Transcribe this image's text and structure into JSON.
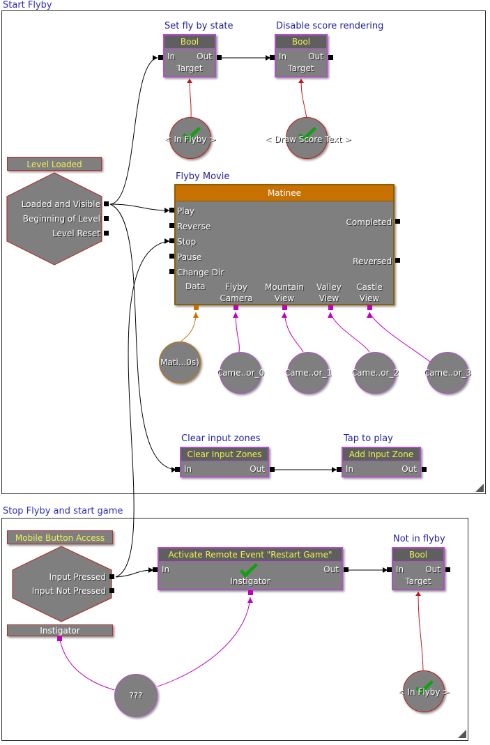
{
  "groups": {
    "start": {
      "title": "Start Flyby"
    },
    "stop": {
      "title": "Stop Flyby and start game"
    }
  },
  "comments": {
    "set_fly": "Set fly by state",
    "disable_score": "Disable score rendering",
    "flyby_movie": "Flyby Movie",
    "clear_zones": "Clear input zones",
    "tap_to_play": "Tap to play",
    "not_in_flyby": "Not in flyby"
  },
  "nodes": {
    "bool1": {
      "title": "Bool",
      "in": "In",
      "out": "Out",
      "target": "Target"
    },
    "bool2": {
      "title": "Bool",
      "in": "In",
      "out": "Out",
      "target": "Target"
    },
    "bool3": {
      "title": "Bool",
      "in": "In",
      "out": "Out",
      "target": "Target"
    },
    "matinee": {
      "title": "Matinee",
      "inputs": [
        "Play",
        "Reverse",
        "Stop",
        "Pause",
        "Change Dir"
      ],
      "outputs": [
        "Completed",
        "Reversed"
      ],
      "vars": [
        "Data",
        "Flyby\nCamera",
        "Mountain\nView",
        "Valley\nView",
        "Castle\nView"
      ]
    },
    "clear_input": {
      "title": "Clear Input Zones",
      "in": "In",
      "out": "Out"
    },
    "add_input": {
      "title": "Add Input Zone",
      "in": "In",
      "out": "Out"
    },
    "remote": {
      "title": "Activate Remote Event \"Restart Game\"",
      "in": "In",
      "out": "Out",
      "instigator": "Instigator"
    }
  },
  "events": {
    "level_loaded": {
      "title": "Level Loaded",
      "outputs": [
        "Loaded and Visible",
        "Beginning of Level",
        "Level Reset"
      ]
    },
    "mobile_button": {
      "title": "Mobile Button Access",
      "outputs": [
        "Input Pressed",
        "Input Not Pressed"
      ],
      "instigator": "Instigator"
    }
  },
  "variables": {
    "in_flyby_1": "< In Flyby >",
    "draw_score": "< Draw Score Text >",
    "in_flyby_2": "< In Flyby >",
    "mati": "Mati...0s)",
    "came0": "Came..or_0",
    "came1": "Came..or_1",
    "came2": "Came..or_2",
    "came3": "Came..or_3",
    "unknown": "???"
  },
  "colors": {
    "node_border": "#b050c8",
    "event_border": "#b03030",
    "matinee_header": "#c87000",
    "title_text": "#f0f050",
    "comment_text": "#2020a0",
    "link_red": "#c01818",
    "link_magenta": "#c000c0",
    "check_green": "#10a010"
  },
  "icons": {
    "checkmark": "check-icon",
    "resize_grip": "resize-corner-icon"
  }
}
